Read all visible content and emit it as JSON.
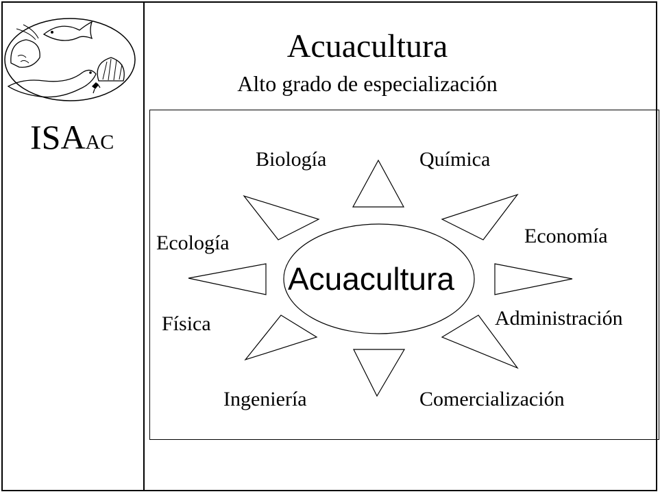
{
  "header": {
    "title": "Acuacultura",
    "subtitle": "Alto grado de especialización"
  },
  "sidebar": {
    "logo_icon": "aquaculture-animals-logo",
    "brand_main": "ISA",
    "brand_sub": "AC"
  },
  "diagram": {
    "center": "Acuacultura",
    "disciplines": {
      "biologia": "Biología",
      "quimica": "Química",
      "economia": "Economía",
      "ecologia": "Ecología",
      "administracion": "Administración",
      "fisica": "Física",
      "ingenieria": "Ingeniería",
      "comercializacion": "Comercialización"
    }
  }
}
